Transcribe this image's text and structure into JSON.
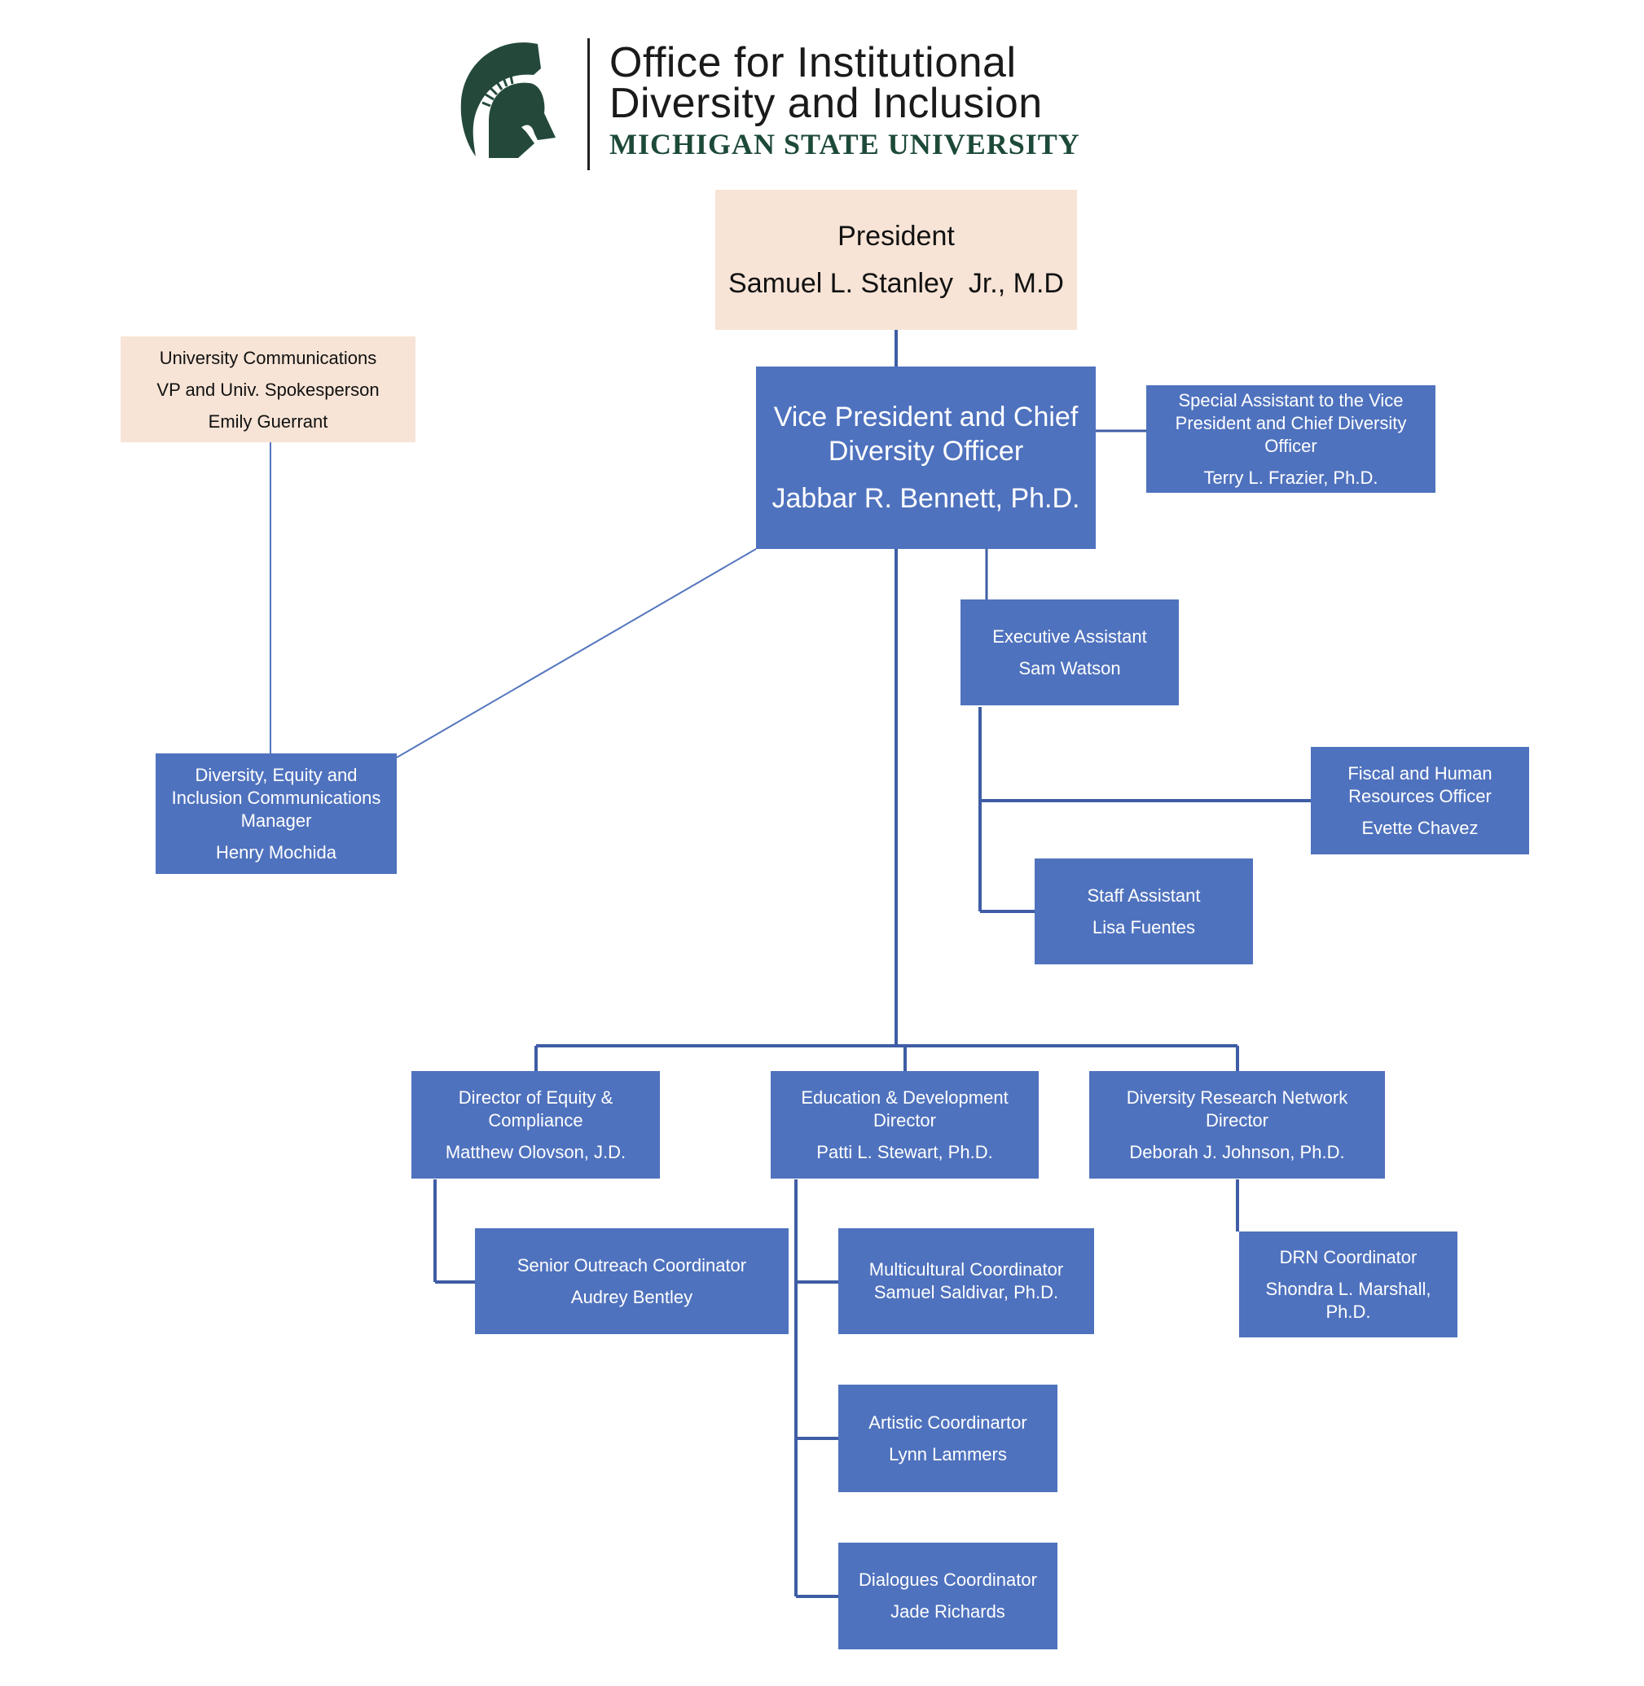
{
  "header": {
    "logo_icon": "spartan-helmet-icon",
    "brand_color": "#24493a",
    "title_line1": "Office for Institutional",
    "title_line2": "Diversity and Inclusion",
    "university": "MICHIGAN STATE UNIVERSITY"
  },
  "colors": {
    "box_blue": "#4f72be",
    "box_peach": "#f7e4d6",
    "connector": "#3f5da5"
  },
  "chart": {
    "president": {
      "title": "President",
      "name": "Samuel L. Stanley  Jr., M.D"
    },
    "university_communications": {
      "line1": "University Communications",
      "line2": "VP and Univ. Spokesperson",
      "name": "Emily Guerrant"
    },
    "vp": {
      "title": "Vice President and Chief Diversity Officer",
      "name": "Jabbar R. Bennett, Ph.D."
    },
    "special_assistant": {
      "title": "Special Assistant to the Vice President and Chief Diversity Officer",
      "name": "Terry L. Frazier, Ph.D."
    },
    "executive_assistant": {
      "title": "Executive Assistant",
      "name": "Sam Watson"
    },
    "fiscal_hr": {
      "title": "Fiscal and Human Resources Officer",
      "name": "Evette Chavez"
    },
    "staff_assistant": {
      "title": "Staff Assistant",
      "name": "Lisa Fuentes"
    },
    "dei_comm_manager": {
      "title": "Diversity, Equity and Inclusion Communications Manager",
      "name": "Henry Mochida"
    },
    "director_equity": {
      "title": "Director of Equity & Compliance",
      "name": "Matthew Olovson, J.D."
    },
    "education_director": {
      "title": "Education & Development Director",
      "name": "Patti L. Stewart, Ph.D."
    },
    "drn_director": {
      "title": "Diversity Research Network Director",
      "name": "Deborah J. Johnson, Ph.D."
    },
    "senior_outreach": {
      "title": "Senior Outreach Coordinator",
      "name": "Audrey Bentley"
    },
    "multicultural": {
      "title": "Multicultural Coordinator",
      "name": "Samuel Saldivar, Ph.D."
    },
    "artistic": {
      "title": "Artistic Coordinartor",
      "name": "Lynn Lammers"
    },
    "dialogues": {
      "title": "Dialogues Coordinator",
      "name": "Jade Richards"
    },
    "drn_coordinator": {
      "title": "DRN Coordinator",
      "name": "Shondra L. Marshall, Ph.D."
    }
  }
}
